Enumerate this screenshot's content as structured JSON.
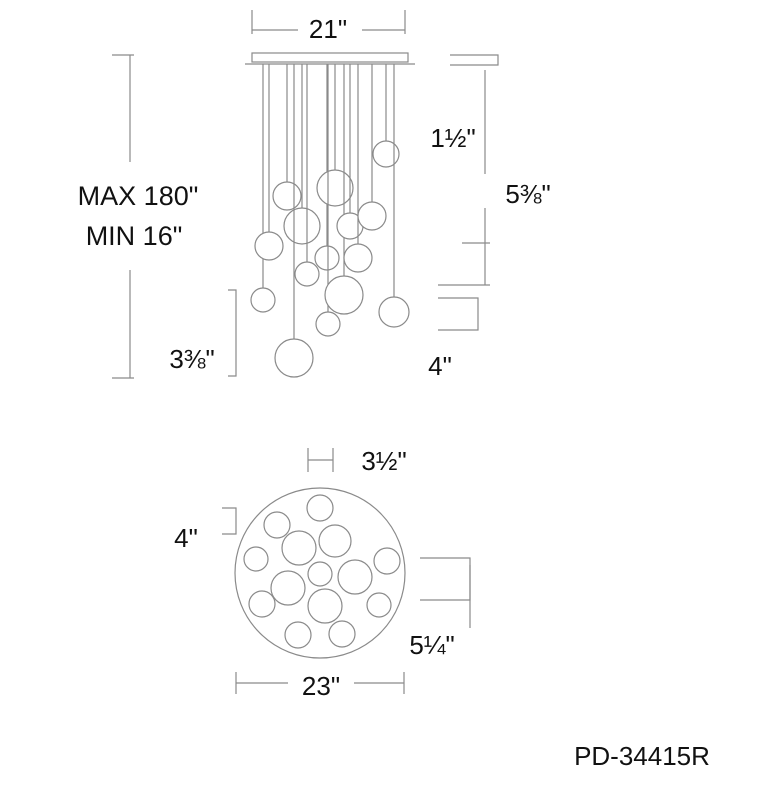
{
  "labels": {
    "width_top": "21\"",
    "max_height": "MAX 180\"",
    "min_height": "MIN 16\"",
    "canopy_height": "1½\"",
    "globe_large": "5⅜\"",
    "globe_small_left": "3⅜\"",
    "globe_right": "4\"",
    "spacing": "3½\"",
    "globe_plan": "4\"",
    "globe_plan_large": "5¼\"",
    "width_bottom": "23\"",
    "model": "PD-34415R"
  },
  "colors": {
    "line": "#888888",
    "dim_line": "#9a9a9a",
    "text": "#111111"
  }
}
